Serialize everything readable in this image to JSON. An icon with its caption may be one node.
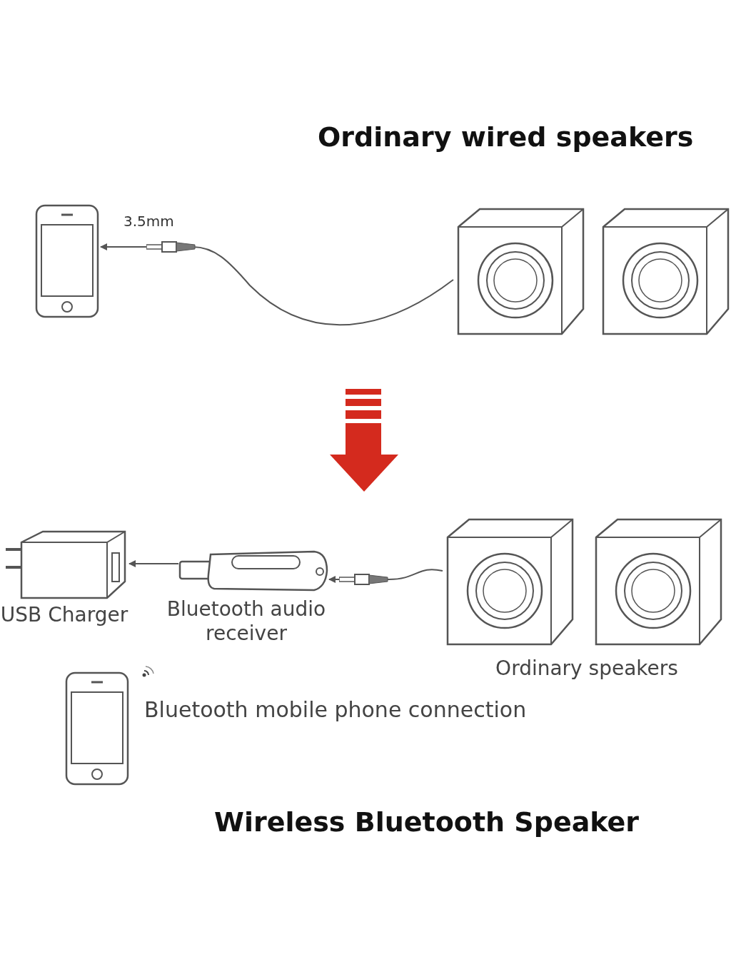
{
  "diagram": {
    "nodes": [
      {
        "text": [],
        "shape": "picture"
      },
      {
        "text": [],
        "shape": "picture"
      },
      {
        "text": [
          "USB Charger"
        ]
      },
      {
        "text": [
          "Bluetooth audio receiver"
        ]
      },
      {
        "text": [
          "Ordinary speakers"
        ]
      },
      {
        "text": [],
        "shape": "picture",
        "beside": [
          "Bluetooth mobile phone connection"
        ]
      }
    ],
    "edges": [
      {
        "from": 1,
        "to": 0,
        "arrow": "to",
        "label": "3.5mm"
      },
      {
        "from": 4,
        "to": 3,
        "arrow": "to"
      },
      {
        "from": 3,
        "to": 2,
        "arrow": "to"
      }
    ],
    "labels": [
      "Ordinary wired speakers",
      "Wireless Bluetooth Speaker"
    ]
  }
}
